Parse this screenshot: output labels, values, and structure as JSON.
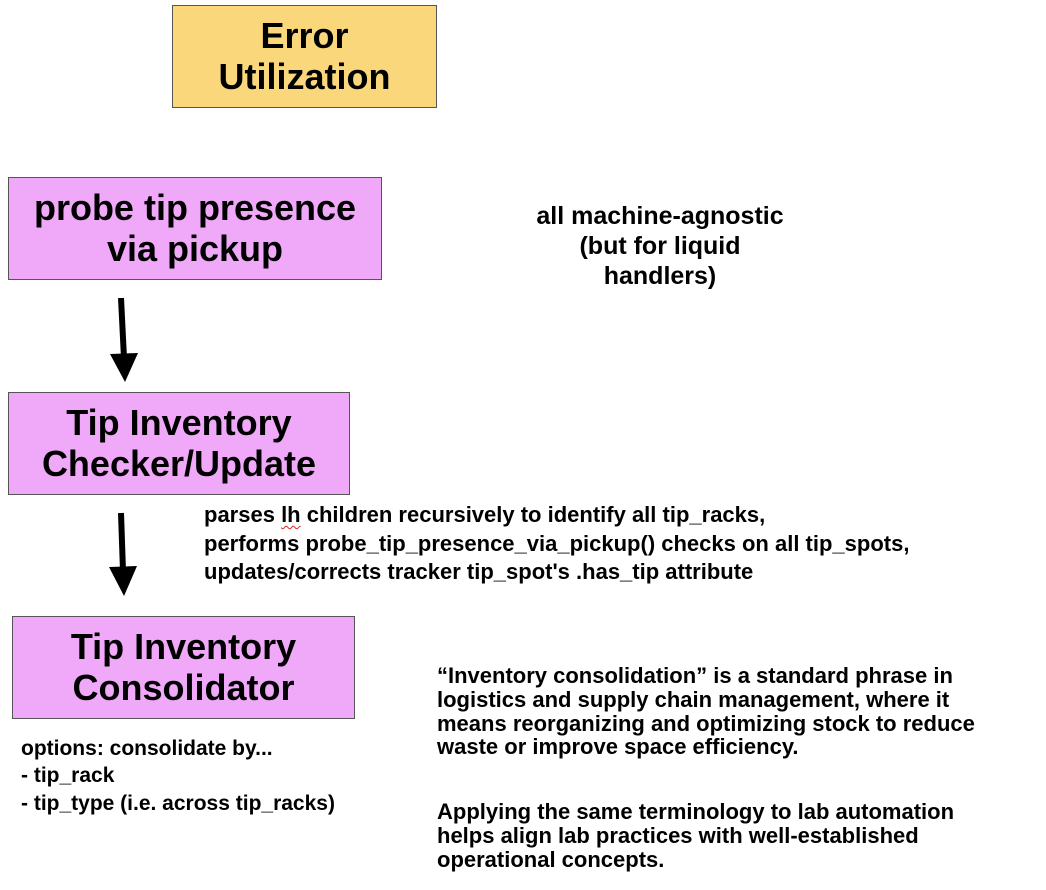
{
  "title_box": {
    "lines": [
      "Error",
      "Utilization"
    ]
  },
  "stages": [
    {
      "lines": [
        "probe tip presence",
        "via pickup"
      ]
    },
    {
      "lines": [
        "Tip Inventory",
        "Checker/Update"
      ]
    },
    {
      "lines": [
        "Tip Inventory",
        "Consolidator"
      ]
    }
  ],
  "notes": {
    "agnostic": [
      "all machine-agnostic",
      "(but for liquid",
      "handlers)"
    ],
    "parses": {
      "line1_prefix": "parses ",
      "line1_flagged": "lh",
      "line1_suffix": " children recursively to identify all tip_racks,",
      "line2": "performs probe_tip_presence_via_pickup() checks on all tip_spots,",
      "line3": "updates/corrects tracker tip_spot's .has_tip attribute"
    },
    "options": [
      "options: consolidate by...",
      "- tip_rack",
      "- tip_type (i.e. across tip_racks)"
    ],
    "consolidation": [
      "“Inventory consolidation” is a standard phrase in",
      "logistics and supply chain management, where it",
      "means reorganizing and optimizing stock to reduce",
      "waste or improve space efficiency."
    ],
    "applying": [
      "Applying the same terminology to lab automation",
      "helps align lab practices with well-established",
      "operational concepts."
    ]
  },
  "colors": {
    "title_fill": "#fbd77b",
    "stage_fill": "#f0a8f8",
    "arrow": "#000000",
    "spellcheck_underline": "#e02020"
  }
}
